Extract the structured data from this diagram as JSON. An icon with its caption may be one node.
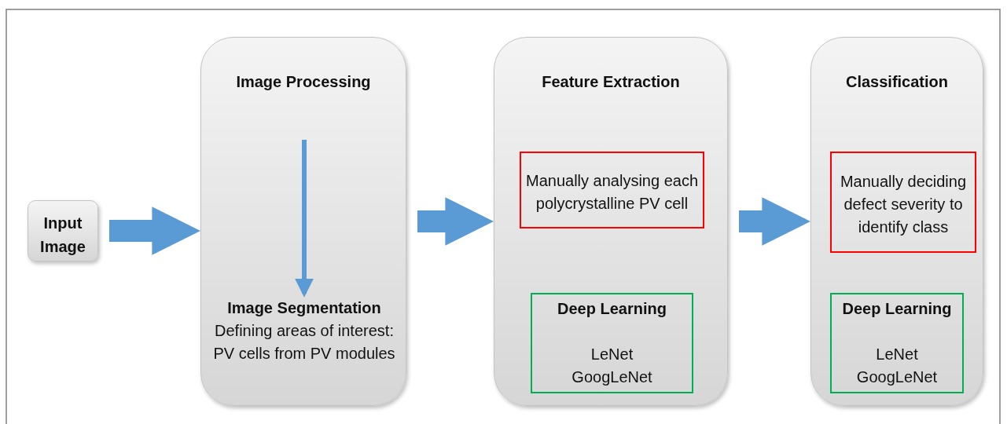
{
  "diagram": {
    "nodes": [
      {
        "text": [
          "Input Image"
        ]
      },
      {
        "text": [
          "Image Processing"
        ]
      },
      {
        "text": [
          "Image Segmentation",
          "Defining areas of interest: PV cells from PV modules"
        ],
        "in": 1
      },
      {
        "text": [
          "Feature Extraction"
        ]
      },
      {
        "text": [
          "Manually analysing each polycrystalline PV cell"
        ],
        "in": 3
      },
      {
        "text": [
          "Deep Learning",
          "LeNet",
          "GoogLeNet"
        ],
        "in": 3
      },
      {
        "text": [
          "Classification"
        ]
      },
      {
        "text": [
          "Manually deciding defect severity to identify class"
        ],
        "in": 6
      },
      {
        "text": [
          "Deep Learning",
          "LeNet",
          "GoogLeNet"
        ],
        "in": 6
      }
    ],
    "edges": [
      {
        "from": 0,
        "to": 1,
        "arrow": "to"
      },
      {
        "from": null,
        "to": 2,
        "arrow": "to"
      },
      {
        "from": 1,
        "to": 3,
        "arrow": "to"
      },
      {
        "from": 3,
        "to": 6,
        "arrow": "to"
      }
    ]
  }
}
